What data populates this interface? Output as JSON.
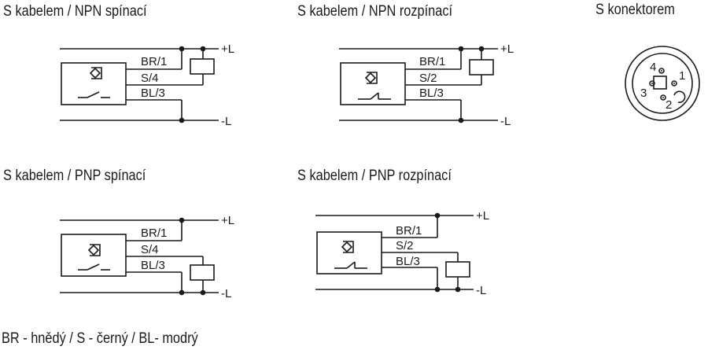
{
  "titles": {
    "npn_no": "S kabelem / NPN spínací",
    "npn_nc": "S kabelem / NPN rozpínací",
    "connector": "S konektorem",
    "pnp_no": "S kabelem / PNP spínací",
    "pnp_nc": "S kabelem / PNP rozpínací"
  },
  "wires": {
    "br_1": "BR/1",
    "s_4": "S/4",
    "s_2": "S/2",
    "bl_3": "BL/3",
    "plus_l": "+L",
    "minus_l": "-L"
  },
  "connector_pins": {
    "p1": "1",
    "p2": "2",
    "p3": "3",
    "p4": "4"
  },
  "legend": "BR - hnědý / S - černý / BL- modrý"
}
